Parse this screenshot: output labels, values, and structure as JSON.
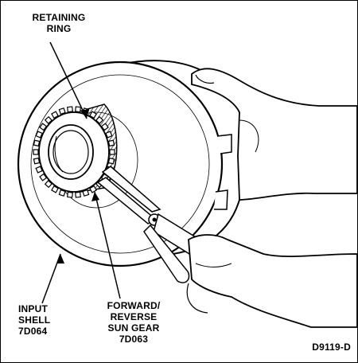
{
  "labels": {
    "retaining_ring": "RETAINING\nRING",
    "input_shell": "INPUT\nSHELL\n7D064",
    "sun_gear": "FORWARD/\nREVERSE\nSUN GEAR\n7D063",
    "figure_code": "D9119-D"
  }
}
